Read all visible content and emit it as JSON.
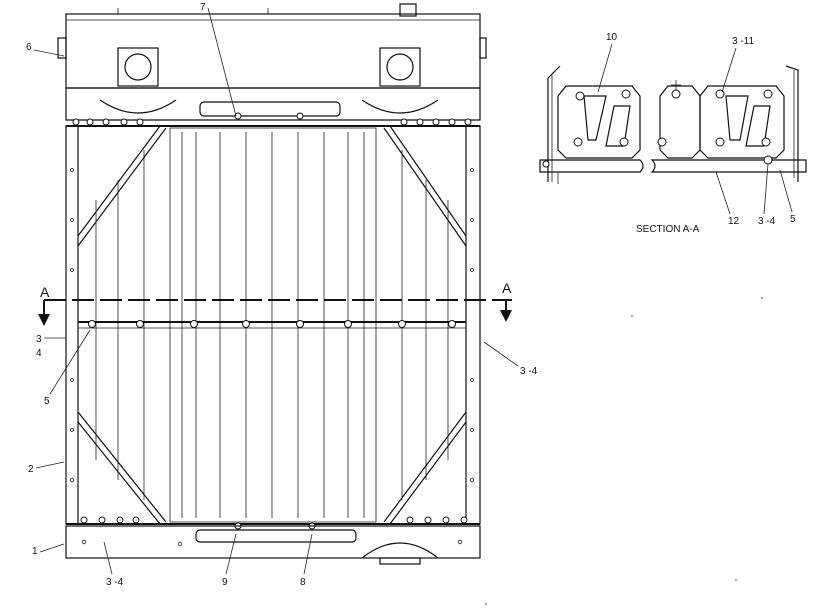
{
  "callouts": {
    "c1": "1",
    "c2": "2",
    "c3_4_left_a": "3",
    "c3_4_left_b": "4",
    "c3_4_right": "3 -4",
    "c3_4_bottom": "3 -4",
    "c5": "5",
    "c6": "6",
    "c7": "7",
    "c8": "8",
    "c9": "9"
  },
  "section_markers": {
    "left": "A",
    "right": "A"
  },
  "detail": {
    "c10": "10",
    "c3_11": "3 -11",
    "c12": "12",
    "c3_4": "3 -4",
    "c5": "5",
    "title": "SECTION  A-A"
  }
}
